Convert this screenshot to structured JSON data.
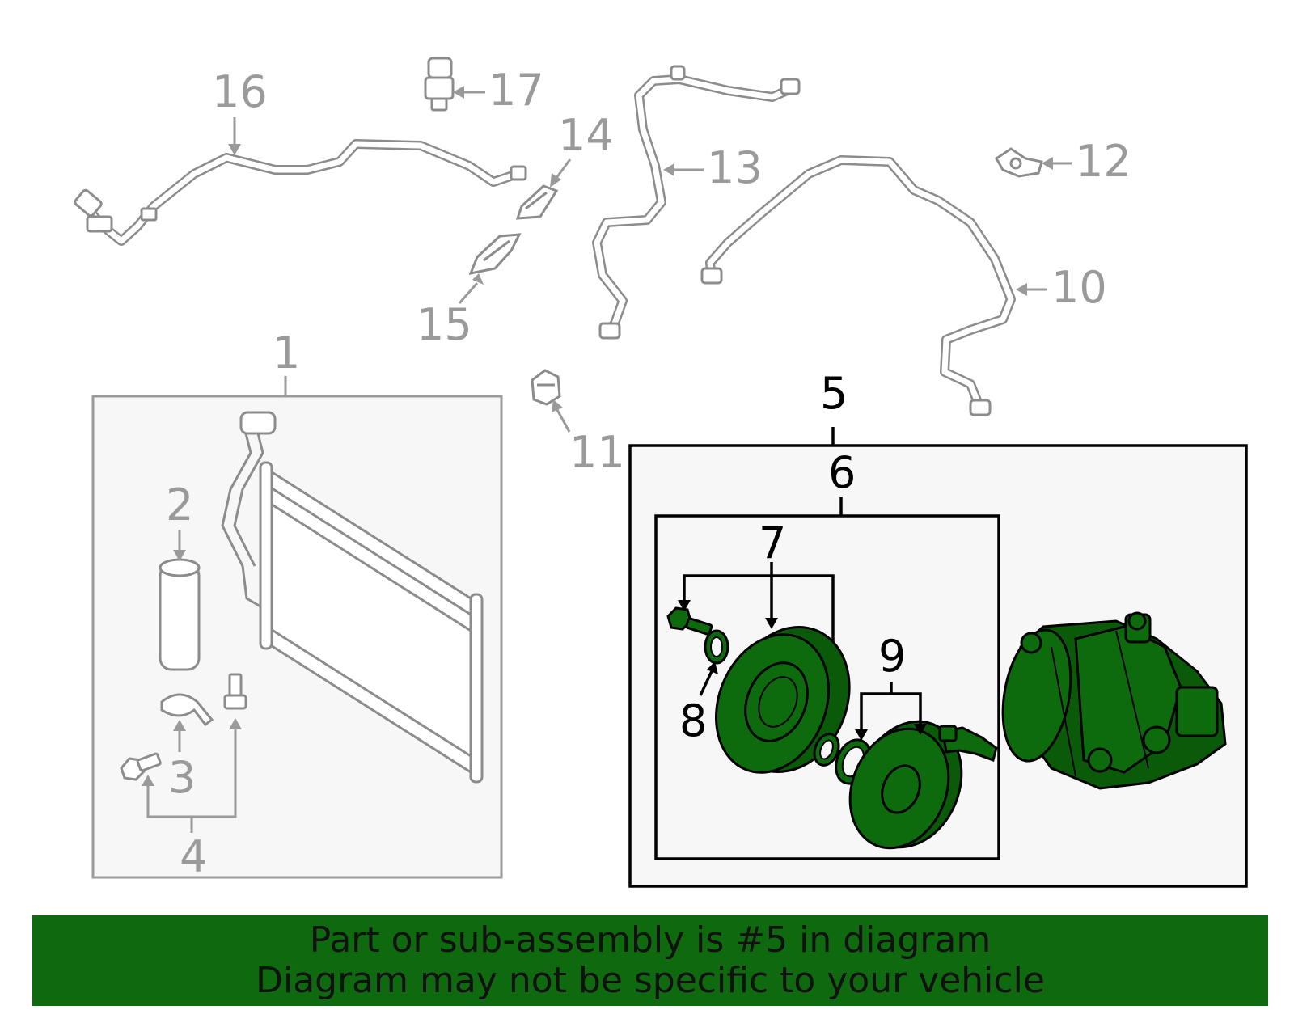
{
  "callouts": {
    "c1": "1",
    "c2": "2",
    "c3": "3",
    "c4": "4",
    "c5": "5",
    "c6": "6",
    "c7": "7",
    "c8": "8",
    "c9": "9",
    "c10": "10",
    "c11": "11",
    "c12": "12",
    "c13": "13",
    "c14": "14",
    "c15": "15",
    "c16": "16",
    "c17": "17"
  },
  "banner": {
    "line1": "Part or sub-assembly is #5 in diagram",
    "line2": "Diagram may not be specific to your vehicle"
  },
  "colors": {
    "highlight_green": "#0d6b0d",
    "banner_green": "#0f6a0f",
    "part_gray": "#9a9a9a",
    "assembly_box_fill": "#f7f7f7"
  }
}
